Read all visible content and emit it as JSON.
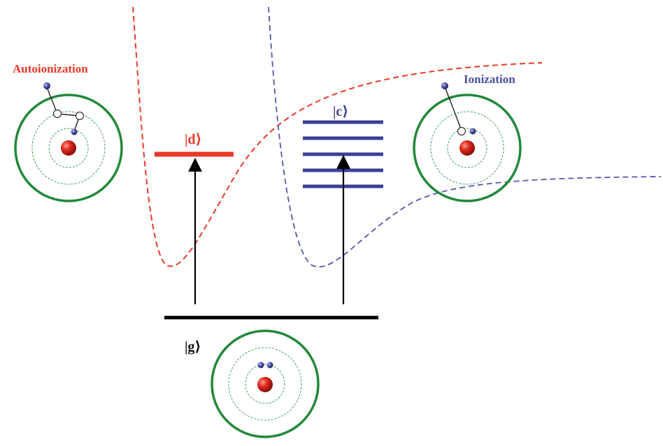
{
  "labels": {
    "autoionization": "Autoionization",
    "ionization": "Ionization",
    "state_d": "|d⟩",
    "state_c": "|c⟩",
    "state_g": "|g⟩"
  },
  "colors": {
    "autoionization": "#e8392a",
    "ionization": "#4b4fa3",
    "level_d": "#e8392a",
    "level_c": "#3b3f95",
    "ground": "#000000",
    "arrow": "#000000",
    "orbit_outer": "#22883a",
    "orbit_inner": "#4a9b5a",
    "nucleus": "#d8231d",
    "electron": "#3c3f8c"
  },
  "icons": {
    "atom": "atom-icon",
    "nucleus": "nucleus-icon",
    "electron": "electron-icon",
    "hole": "vacancy-icon"
  },
  "diagram": {
    "continuum_sublevels": 5,
    "excitation_arrows": 2
  }
}
